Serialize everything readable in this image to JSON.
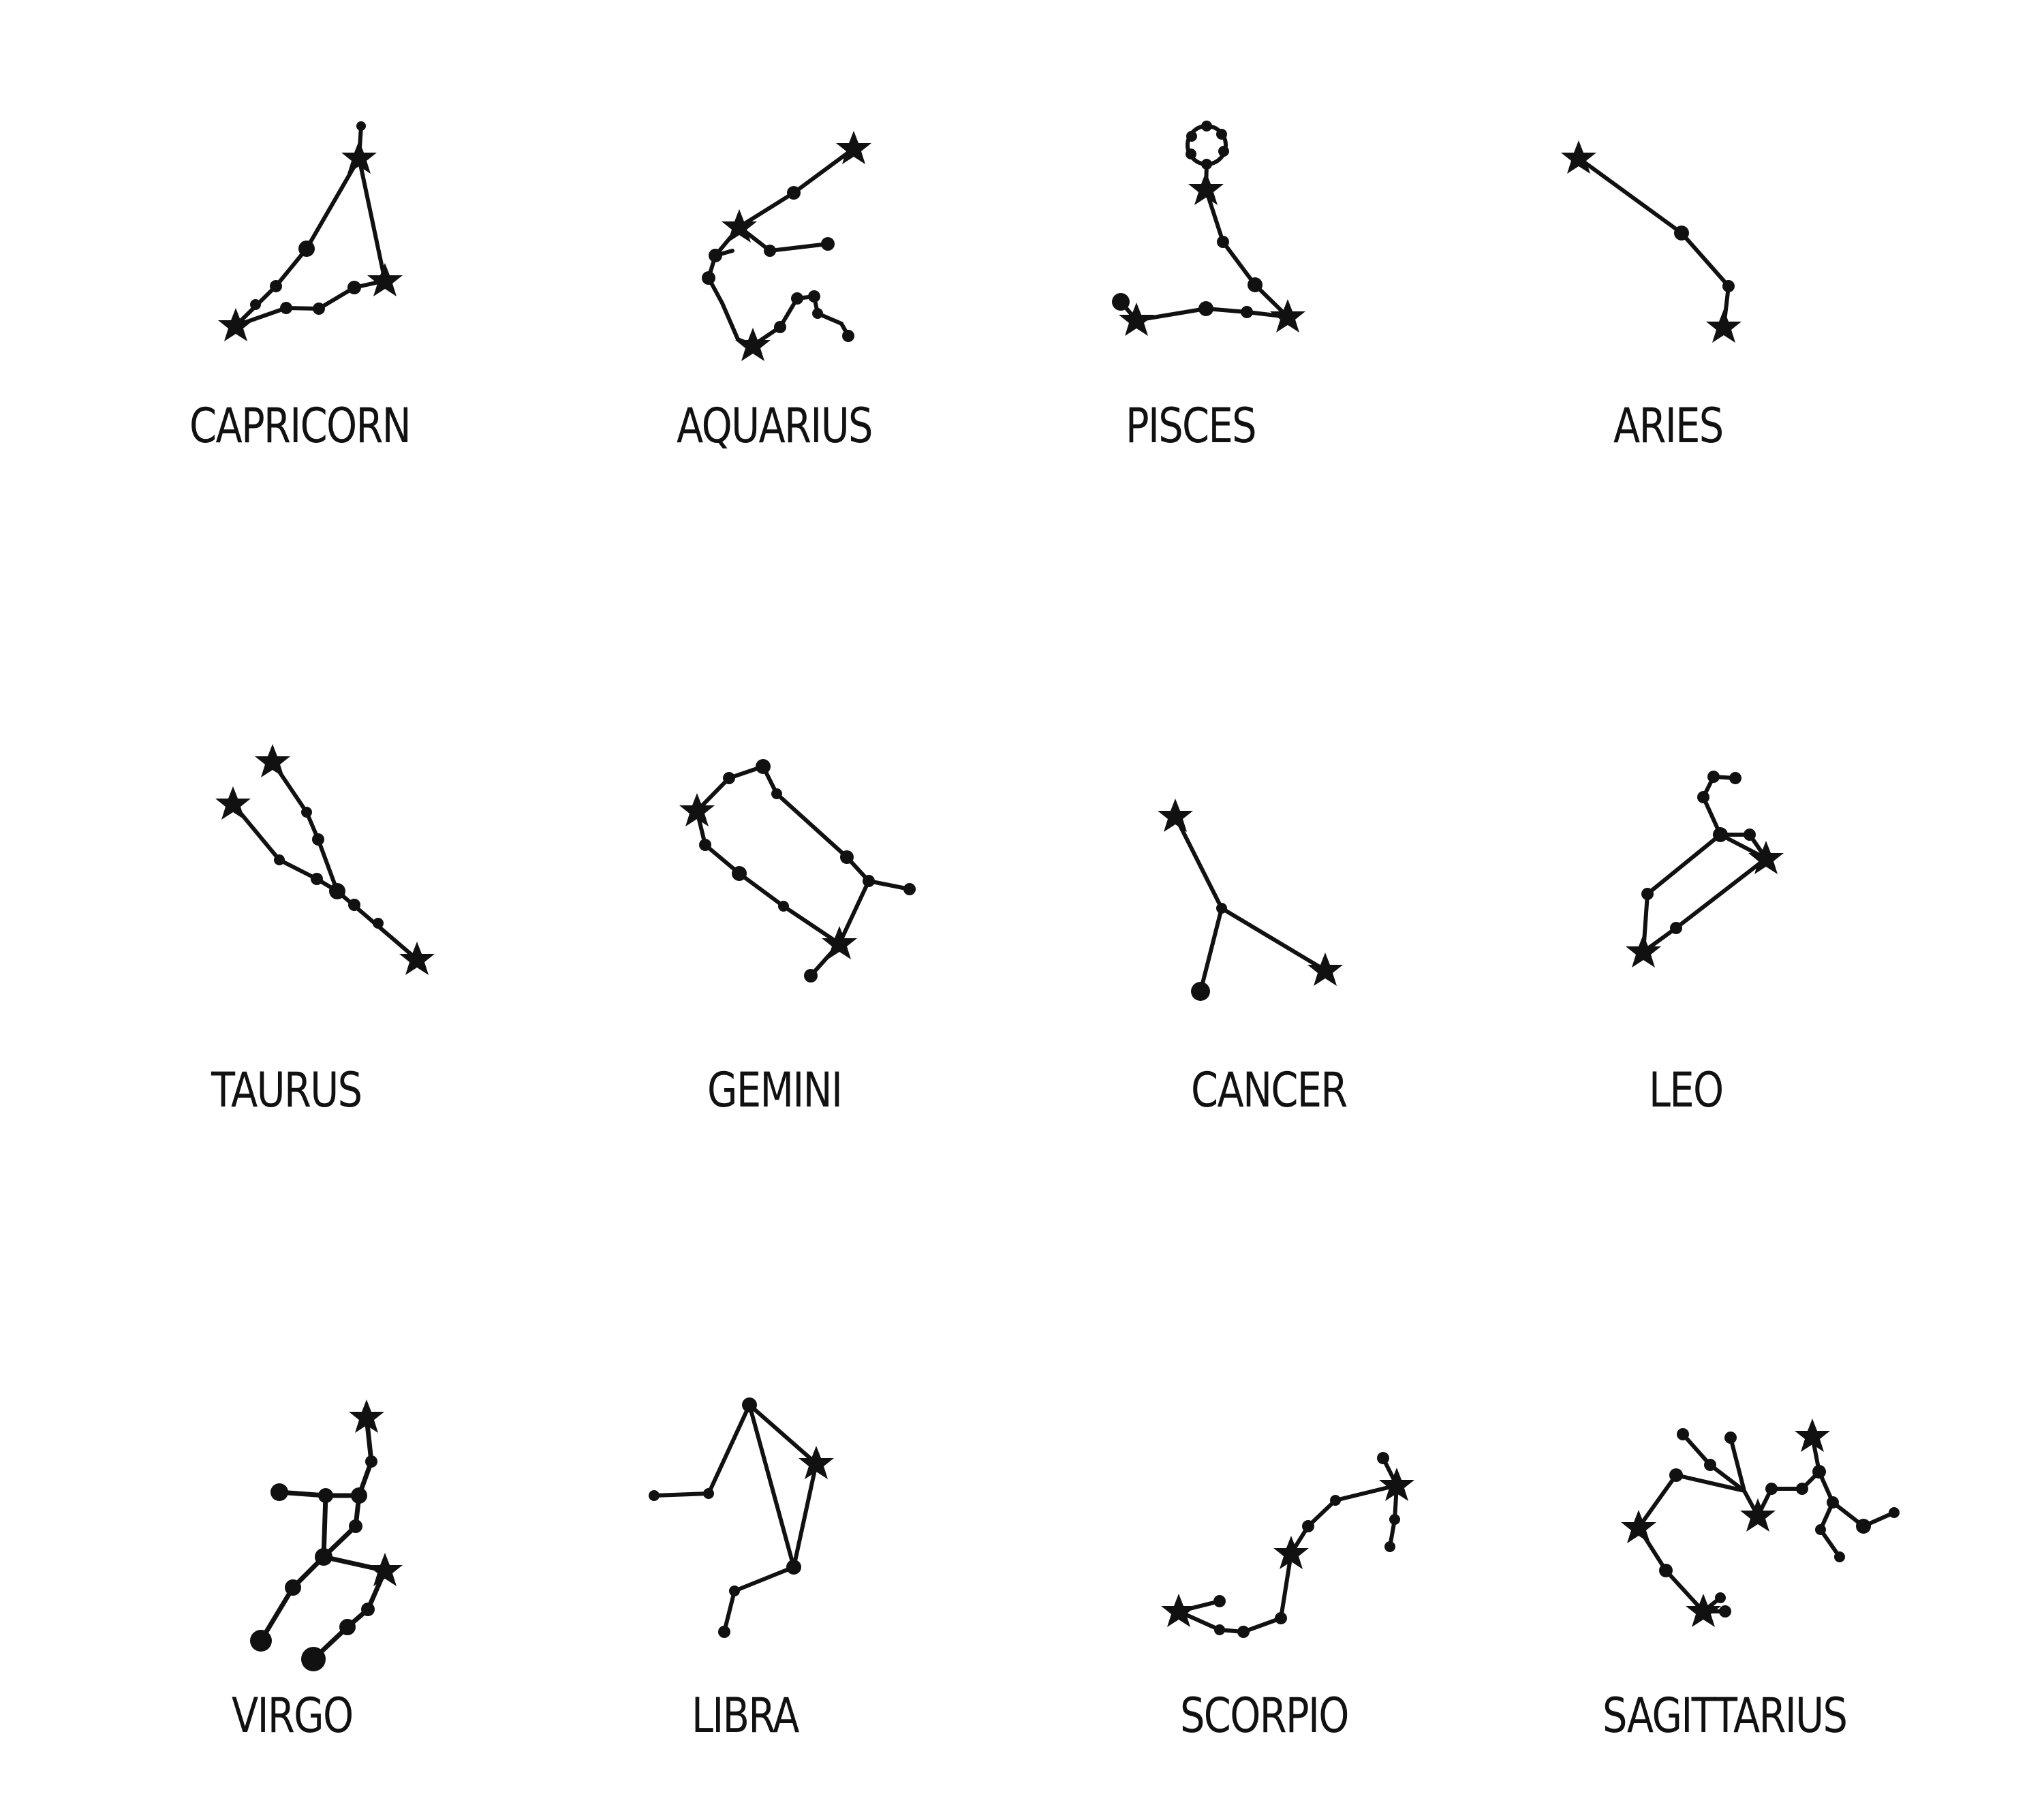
{
  "constellations": [
    {
      "name": "CAPRICORN"
    },
    {
      "name": "AQUARIUS"
    },
    {
      "name": "PISCES"
    },
    {
      "name": "ARIES"
    },
    {
      "name": "TAURUS"
    },
    {
      "name": "GEMINI"
    },
    {
      "name": "CANCER"
    },
    {
      "name": "LEO"
    },
    {
      "name": "VIRGO"
    },
    {
      "name": "LIBRA"
    },
    {
      "name": "SCORPIO"
    },
    {
      "name": "SAGITTARIUS"
    }
  ],
  "colors": {
    "ink": "#111111",
    "background": "#ffffff"
  }
}
